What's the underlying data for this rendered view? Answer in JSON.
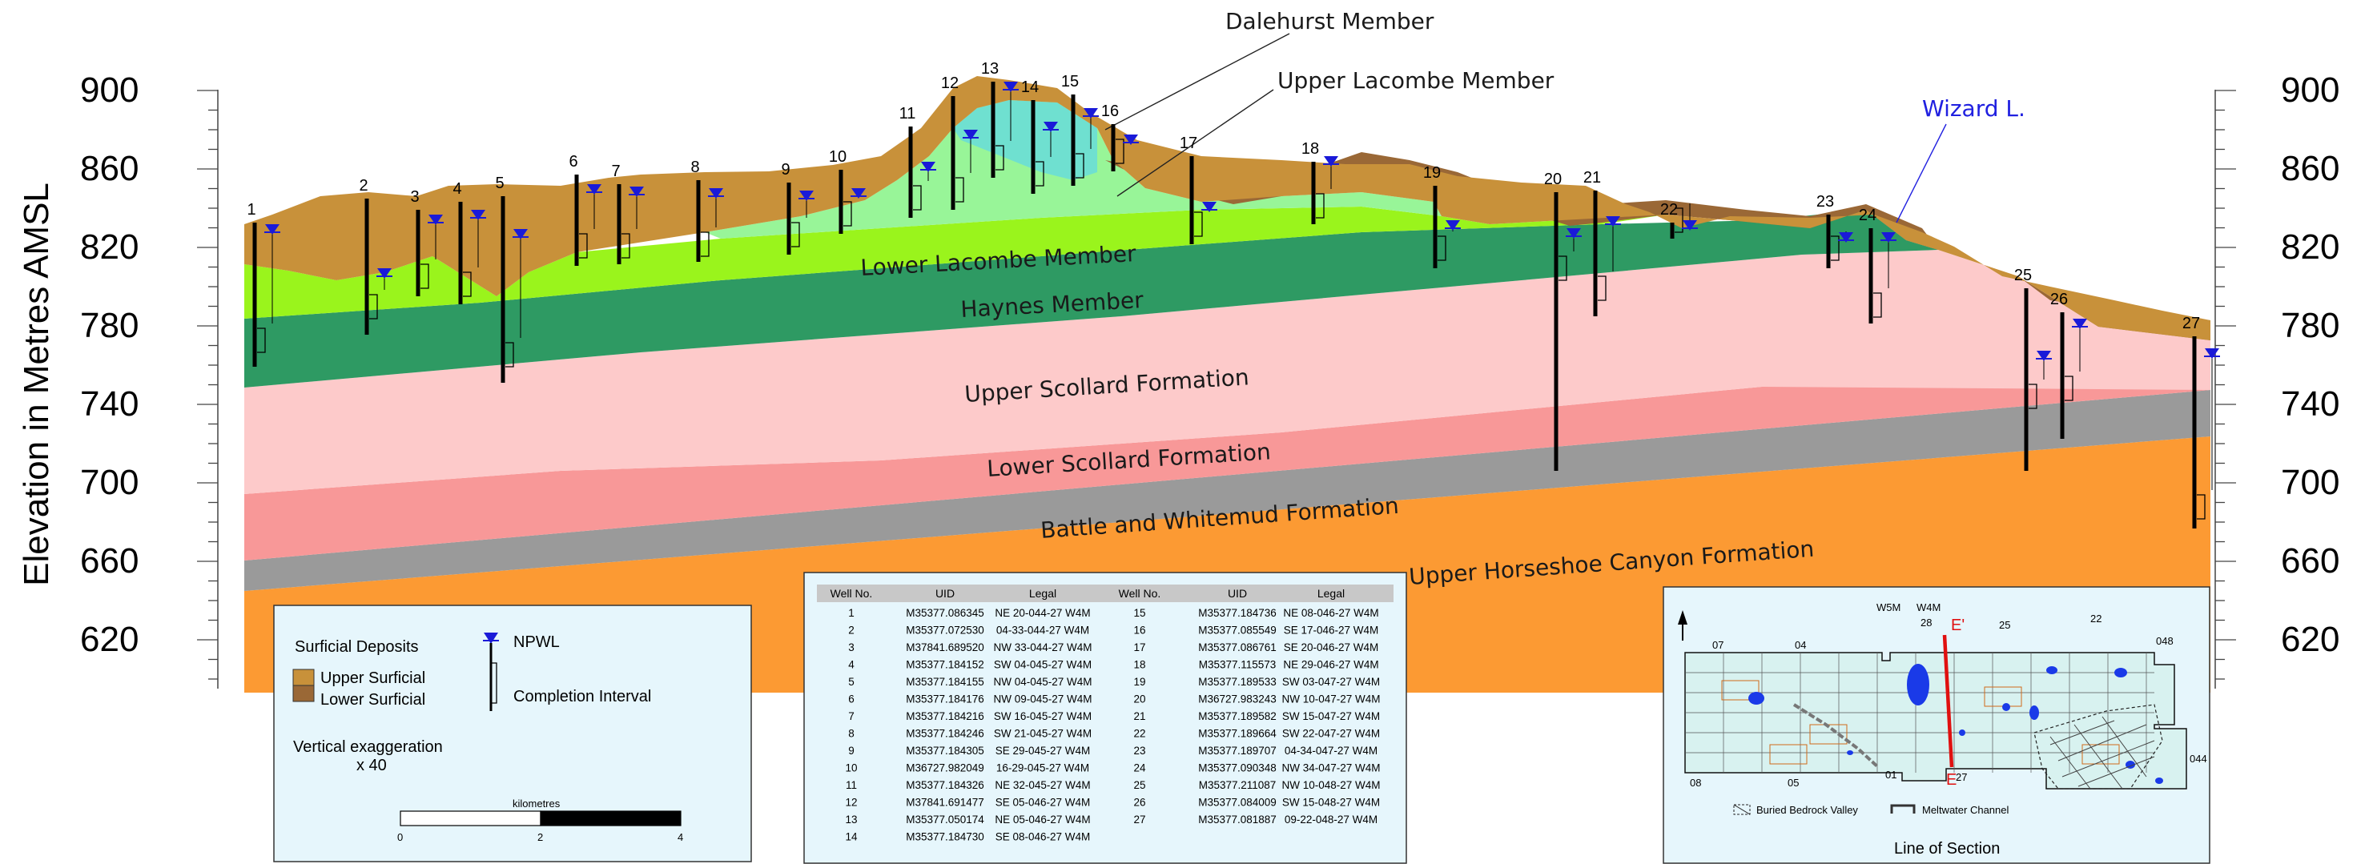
{
  "axis": {
    "ylabel": "Elevation in Metres AMSL",
    "ticks": [
      "900",
      "860",
      "820",
      "780",
      "740",
      "700",
      "660",
      "620"
    ],
    "tick_values": [
      900,
      860,
      820,
      780,
      740,
      700,
      660,
      620
    ],
    "minor_step": 10
  },
  "units": {
    "dalehurst": "Dalehurst Member",
    "upper_lacombe": "Upper Lacombe Member",
    "lower_lacombe": "Lower Lacombe Member",
    "haynes": "Haynes Member",
    "upper_scollard": "Upper Scollard Formation",
    "lower_scollard": "Lower Scollard Formation",
    "battle": "Battle and Whitemud Formation",
    "horseshoe": "Upper Horseshoe Canyon Formation",
    "wizard": "Wizard L."
  },
  "colors": {
    "upper_surficial": "#C8913A",
    "lower_surficial": "#9A6836",
    "dalehurst": "#6FE0D0",
    "upper_lacombe": "#98F598",
    "lower_lacombe": "#9AF41C",
    "haynes": "#2E9A63",
    "upper_scollard": "#FDCACA",
    "lower_scollard": "#F89898",
    "battle": "#9A9A9A",
    "horseshoe": "#FC9A33",
    "npwl": "#1a1ad8",
    "section_line": "#e01010"
  },
  "wells": [
    {
      "no": "1",
      "uid": "M35377.086345",
      "legal": "NE 20-044-27 W4M"
    },
    {
      "no": "2",
      "uid": "M35377.072530",
      "legal": "04-33-044-27 W4M"
    },
    {
      "no": "3",
      "uid": "M37841.689520",
      "legal": "NW 33-044-27 W4M"
    },
    {
      "no": "4",
      "uid": "M35377.184152",
      "legal": "SW 04-045-27 W4M"
    },
    {
      "no": "5",
      "uid": "M35377.184155",
      "legal": "NW 04-045-27 W4M"
    },
    {
      "no": "6",
      "uid": "M35377.184176",
      "legal": "NW 09-045-27 W4M"
    },
    {
      "no": "7",
      "uid": "M35377.184216",
      "legal": "SW 16-045-27 W4M"
    },
    {
      "no": "8",
      "uid": "M35377.184246",
      "legal": "SW 21-045-27 W4M"
    },
    {
      "no": "9",
      "uid": "M35377.184305",
      "legal": "SE 29-045-27 W4M"
    },
    {
      "no": "10",
      "uid": "M36727.982049",
      "legal": "16-29-045-27 W4M"
    },
    {
      "no": "11",
      "uid": "M35377.184326",
      "legal": "NE 32-045-27 W4M"
    },
    {
      "no": "12",
      "uid": "M37841.691477",
      "legal": "SE 05-046-27 W4M"
    },
    {
      "no": "13",
      "uid": "M35377.050174",
      "legal": "NE 05-046-27 W4M"
    },
    {
      "no": "14",
      "uid": "M35377.184730",
      "legal": "SE 08-046-27 W4M"
    },
    {
      "no": "15",
      "uid": "M35377.184736",
      "legal": "NE 08-046-27 W4M"
    },
    {
      "no": "16",
      "uid": "M35377.085549",
      "legal": "SE 17-046-27 W4M"
    },
    {
      "no": "17",
      "uid": "M35377.086761",
      "legal": "SE 20-046-27 W4M"
    },
    {
      "no": "18",
      "uid": "M35377.115573",
      "legal": "NE 29-046-27 W4M"
    },
    {
      "no": "19",
      "uid": "M35377.189533",
      "legal": "SW 03-047-27 W4M"
    },
    {
      "no": "20",
      "uid": "M36727.983243",
      "legal": "NW 10-047-27 W4M"
    },
    {
      "no": "21",
      "uid": "M35377.189582",
      "legal": "SW 15-047-27 W4M"
    },
    {
      "no": "22",
      "uid": "M35377.189664",
      "legal": "SW 22-047-27 W4M"
    },
    {
      "no": "23",
      "uid": "M35377.189707",
      "legal": "04-34-047-27 W4M"
    },
    {
      "no": "24",
      "uid": "M35377.090348",
      "legal": "NW 34-047-27 W4M"
    },
    {
      "no": "25",
      "uid": "M35377.211087",
      "legal": "NW 10-048-27 W4M"
    },
    {
      "no": "26",
      "uid": "M35377.084009",
      "legal": "SW 15-048-27 W4M"
    },
    {
      "no": "27",
      "uid": "M35377.081887",
      "legal": "09-22-048-27 W4M"
    }
  ],
  "table": {
    "headers": [
      "Well No.",
      "UID",
      "Legal",
      "Well No.",
      "UID",
      "Legal"
    ]
  },
  "legend": {
    "title": "Surficial Deposits",
    "upper": "Upper Surficial",
    "lower": "Lower Surficial",
    "npwl": "NPWL",
    "completion": "Completion Interval",
    "ve_line1": "Vertical exaggeration",
    "ve_line2": "x 40",
    "scale_title": "kilometres",
    "scale_ticks": [
      "0",
      "2",
      "4"
    ]
  },
  "map": {
    "title": "Line of Section",
    "meridian_w5": "W5M",
    "meridian_w4": "W4M",
    "end_top": "E'",
    "end_bottom": "E",
    "range_labels": [
      "28",
      "25",
      "22",
      "07",
      "04",
      "01"
    ],
    "township_labels": [
      "048",
      "044",
      "08",
      "05",
      "27"
    ],
    "legend_valley": "Buried Bedrock Valley",
    "legend_channel": "Meltwater Channel"
  }
}
